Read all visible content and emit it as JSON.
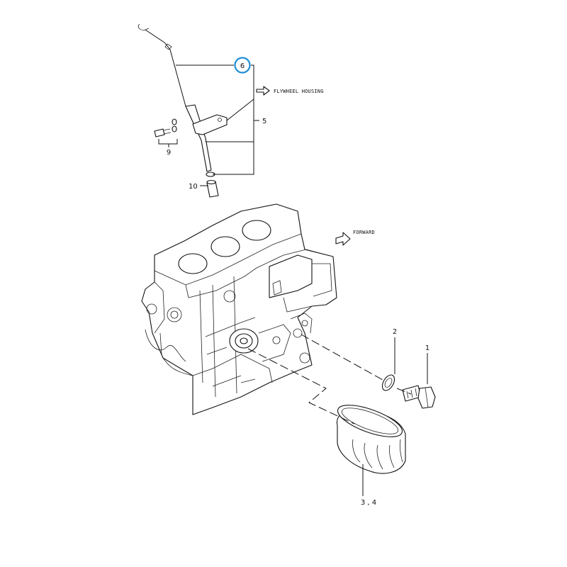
{
  "callouts": {
    "item_1": "1",
    "item_2": "2",
    "item_3_4": "3 , 4",
    "item_5": "5",
    "item_6": "6",
    "item_9": "9",
    "item_10": "10"
  },
  "notes": {
    "flywheel_housing": "FLYWHEEL HOUSING",
    "forward": "FORWARD"
  },
  "colors": {
    "highlight": "#1f8fd6",
    "line": "#111111"
  }
}
